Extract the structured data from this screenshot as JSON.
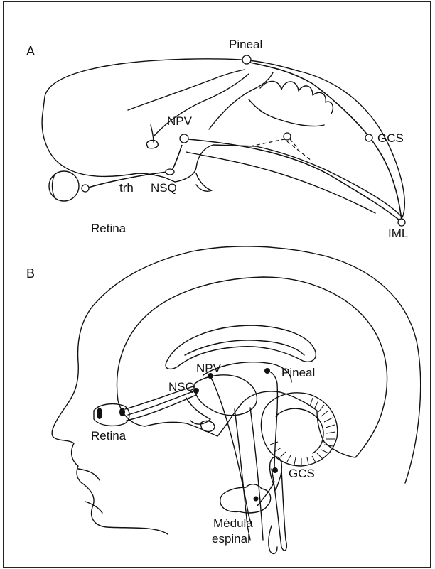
{
  "panel_a": {
    "letter": "A",
    "labels": {
      "pineal": "Pineal",
      "npv": "NPV",
      "gcs": "GCS",
      "trh": "trh",
      "nsq": "NSQ",
      "retina": "Retina",
      "iml": "IML"
    }
  },
  "panel_b": {
    "letter": "B",
    "labels": {
      "npv": "NPV",
      "pineal": "Pineal",
      "nsq": "NSQ",
      "retina": "Retina",
      "gcs": "GCS",
      "medula_line1": "Médula",
      "medula_line2": "espinal"
    }
  }
}
